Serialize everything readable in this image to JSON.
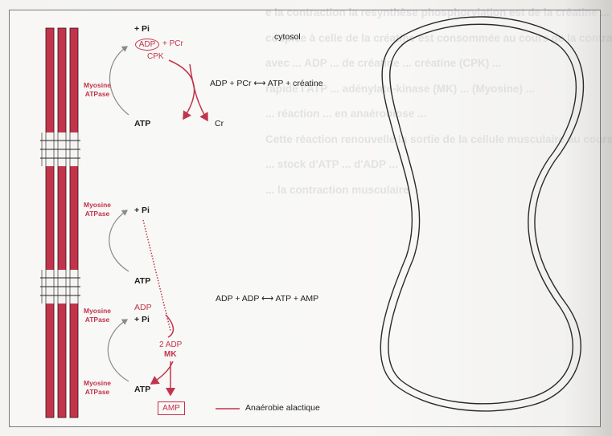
{
  "bleed_lines": [
    "e la contraction la resynthèse phosphorylation est de la créatine ...",
    "couplée à celle de la créatine est consommée au cours de la contraction,",
    "avec ... ADP ... de créatine ... créatine (CPK) ...",
    "rapide l'ATP ... adénylate-kinase (MK) ... (Myosine) ...",
    "... réaction ... en anaérobiose ...",
    "Cette réaction renouvelle la sortie de la cellule musculaire au cours de",
    "... stock d'ATP ... d'ADP ...",
    "... la contraction musculaire"
  ],
  "labels": {
    "cytosol": "cytosol",
    "pi_top": "+ Pi",
    "adp_top": "ADP",
    "pcr": "+ PCr",
    "cpk": "CPK",
    "reaction1": "ADP + PCr ⟷ ATP + créatine",
    "atp1": "ATP",
    "cr": "Cr",
    "myosine1_line1": "Myosine",
    "myosine1_line2": "ATPase",
    "myosine2_line1": "Myosine",
    "myosine2_line2": "ATPase",
    "pi_mid": "+ Pi",
    "atp2": "ATP",
    "reaction2": "ADP + ADP ⟷ ATP + AMP",
    "myosine3_line1": "Myosine",
    "myosine3_line2": "ATPase",
    "adp_low": "ADP",
    "pi_low": "+ Pi",
    "two_adp": "2 ADP",
    "mk": "MK",
    "myosine4_line1": "Myosine",
    "myosine4_line2": "ATPase",
    "atp3": "ATP",
    "amp": "AMP",
    "legend": "Anaérobie alactique"
  },
  "colors": {
    "fiber": "#c2344b",
    "accent": "#c2344b",
    "ink": "#1e1e1e",
    "grey_arrow": "#8a8a8a",
    "frame": "#7a7a7a"
  }
}
